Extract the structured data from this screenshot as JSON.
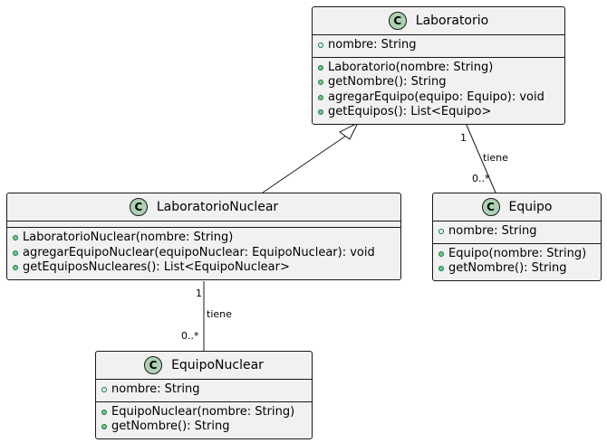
{
  "classes": {
    "laboratorio": {
      "badge": "C",
      "name": "Laboratorio",
      "fields": [
        "nombre: String"
      ],
      "methods": [
        "Laboratorio(nombre: String)",
        "getNombre(): String",
        "agregarEquipo(equipo: Equipo): void",
        "getEquipos(): List<Equipo>"
      ]
    },
    "laboratorio_nuclear": {
      "badge": "C",
      "name": "LaboratorioNuclear",
      "fields": [],
      "methods": [
        "LaboratorioNuclear(nombre: String)",
        "agregarEquipoNuclear(equipoNuclear: EquipoNuclear): void",
        "getEquiposNucleares(): List<EquipoNuclear>"
      ]
    },
    "equipo": {
      "badge": "C",
      "name": "Equipo",
      "fields": [
        "nombre: String"
      ],
      "methods": [
        "Equipo(nombre: String)",
        "getNombre(): String"
      ]
    },
    "equipo_nuclear": {
      "badge": "C",
      "name": "EquipoNuclear",
      "fields": [
        "nombre: String"
      ],
      "methods": [
        "EquipoNuclear(nombre: String)",
        "getNombre(): String"
      ]
    }
  },
  "associations": {
    "lab_equipo": {
      "label": "tiene",
      "source_mult": "1",
      "target_mult": "0..*"
    },
    "nuclear_equipo": {
      "label": "tiene",
      "source_mult": "1",
      "target_mult": "0..*"
    }
  },
  "colors": {
    "box_fill": "#f1f1f1",
    "border": "#181818",
    "badge_fill": "#add1b2",
    "visibility_public": "#84be84"
  }
}
